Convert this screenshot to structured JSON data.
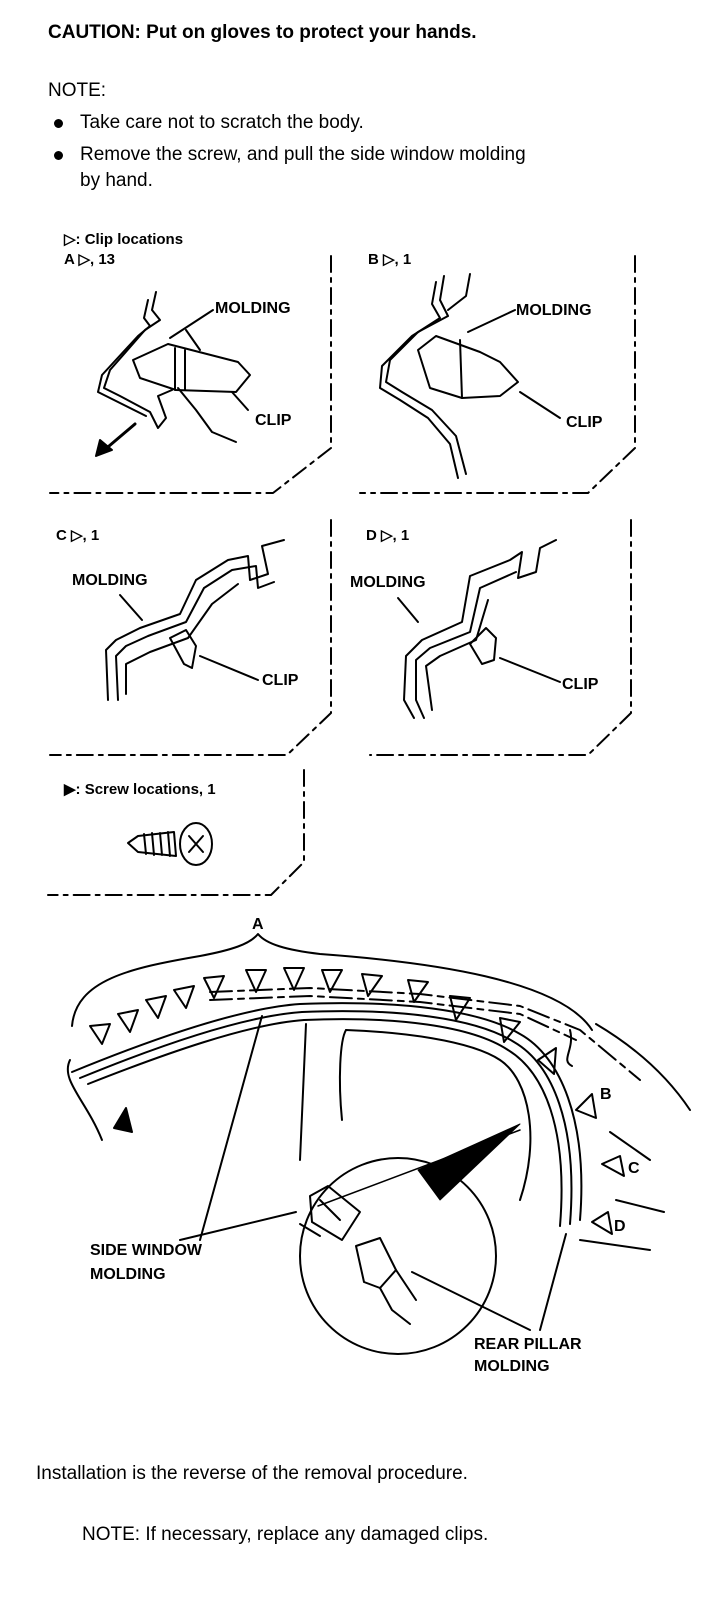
{
  "caution": "CAUTION:  Put on gloves to protect your hands.",
  "note_heading": "NOTE:",
  "notes": [
    "Take care not to scratch the body.",
    "Remove the screw, and pull the side window molding",
    "by hand."
  ],
  "clip_legend": "▷: Clip locations",
  "panels": {
    "a": {
      "title": "A ▷, 13",
      "molding": "MOLDING",
      "clip": "CLIP"
    },
    "b": {
      "title": "B ▷, 1",
      "molding": "MOLDING",
      "clip": "CLIP"
    },
    "c": {
      "title": "C ▷, 1",
      "molding": "MOLDING",
      "clip": "CLIP"
    },
    "d": {
      "title": "D ▷, 1",
      "molding": "MOLDING",
      "clip": "CLIP"
    }
  },
  "screw_legend": "▶: Screw locations, 1",
  "diagram": {
    "label_a": "A",
    "label_b": "B",
    "label_c": "C",
    "label_d": "D",
    "side_window_molding_1": "SIDE WINDOW",
    "side_window_molding_2": "MOLDING",
    "rear_pillar_molding_1": "REAR PILLAR",
    "rear_pillar_molding_2": "MOLDING"
  },
  "footer": {
    "installation": "Installation is the reverse of the removal procedure.",
    "note": "NOTE:  If necessary, replace any damaged clips."
  }
}
